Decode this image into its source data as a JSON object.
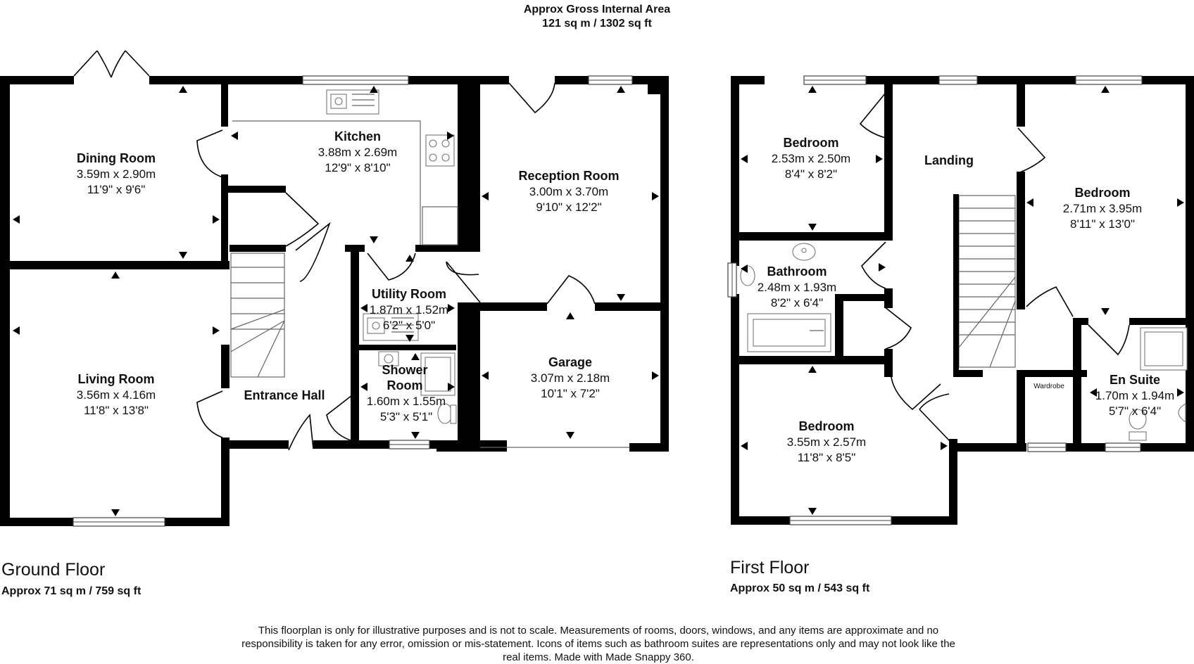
{
  "header": {
    "title": "Approx Gross Internal Area",
    "area": "121 sq m / 1302 sq ft"
  },
  "ground_floor": {
    "title": "Ground Floor",
    "area": "Approx 71 sq m / 759 sq ft",
    "rooms": {
      "dining": {
        "name": "Dining Room",
        "metric": "3.59m x 2.90m",
        "imperial": "11'9\" x 9'6\""
      },
      "kitchen": {
        "name": "Kitchen",
        "metric": "3.88m x 2.69m",
        "imperial": "12'9\" x 8'10\""
      },
      "reception": {
        "name": "Reception Room",
        "metric": "3.00m x 3.70m",
        "imperial": "9'10\" x 12'2\""
      },
      "living": {
        "name": "Living Room",
        "metric": "3.56m x 4.16m",
        "imperial": "11'8\" x 13'8\""
      },
      "hall": {
        "name": "Entrance Hall"
      },
      "utility": {
        "name": "Utility Room",
        "metric": "1.87m x 1.52m",
        "imperial": "6'2\" x 5'0\""
      },
      "shower": {
        "name_line1": "Shower",
        "name_line2": "Room",
        "metric": "1.60m x 1.55m",
        "imperial": "5'3\" x 5'1\""
      },
      "garage": {
        "name": "Garage",
        "metric": "3.07m x 2.18m",
        "imperial": "10'1\" x 7'2\""
      }
    }
  },
  "first_floor": {
    "title": "First Floor",
    "area": "Approx 50 sq m / 543 sq ft",
    "rooms": {
      "bedroom1": {
        "name": "Bedroom",
        "metric": "2.53m x 2.50m",
        "imperial": "8'4\" x 8'2\""
      },
      "landing": {
        "name": "Landing"
      },
      "bedroom2": {
        "name": "Bedroom",
        "metric": "2.71m x 3.95m",
        "imperial": "8'11\" x 13'0\""
      },
      "bathroom": {
        "name": "Bathroom",
        "metric": "2.48m x 1.93m",
        "imperial": "8'2\" x 6'4\""
      },
      "wardrobe": {
        "name": "Wardrobe"
      },
      "ensuite": {
        "name": "En Suite",
        "metric": "1.70m x 1.94m",
        "imperial": "5'7\" x 6'4\""
      },
      "bedroom3": {
        "name": "Bedroom",
        "metric": "3.55m x 2.57m",
        "imperial": "11'8\" x 8'5\""
      }
    }
  },
  "disclaimer": "This floorplan is only for illustrative purposes and is not to scale. Measurements of rooms, doors, windows, and any items are approximate and no responsibility is taken for any error, omission or mis-statement. Icons of items such as bathroom suites are representations only and may not look like the real items. Made with Made Snappy 360."
}
